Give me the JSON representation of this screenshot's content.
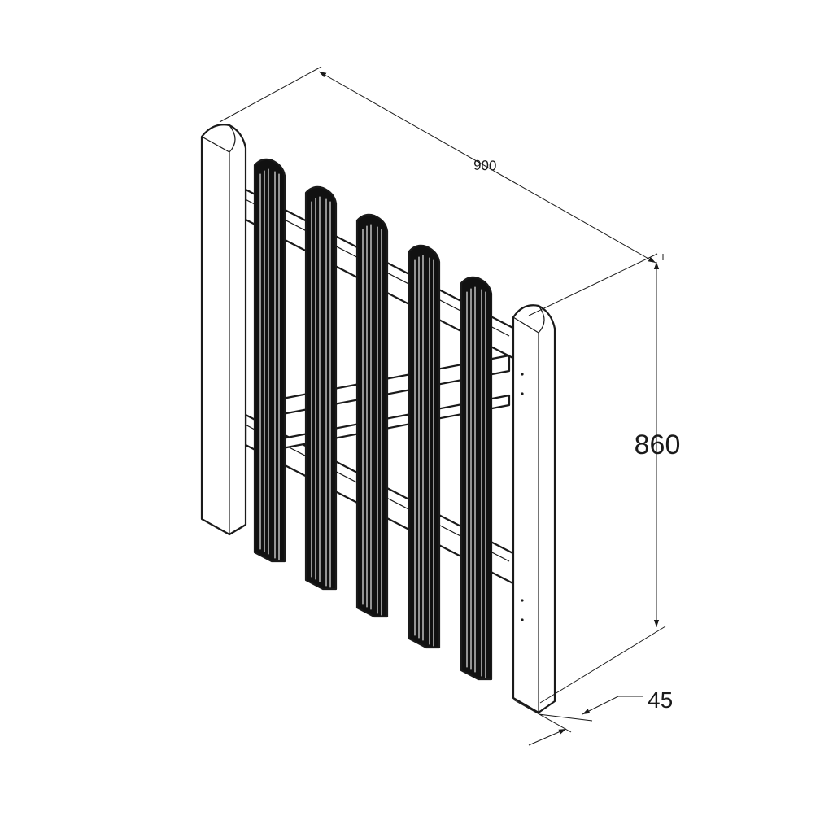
{
  "dimensions": {
    "width": "900",
    "height": "860",
    "thickness": "45"
  }
}
